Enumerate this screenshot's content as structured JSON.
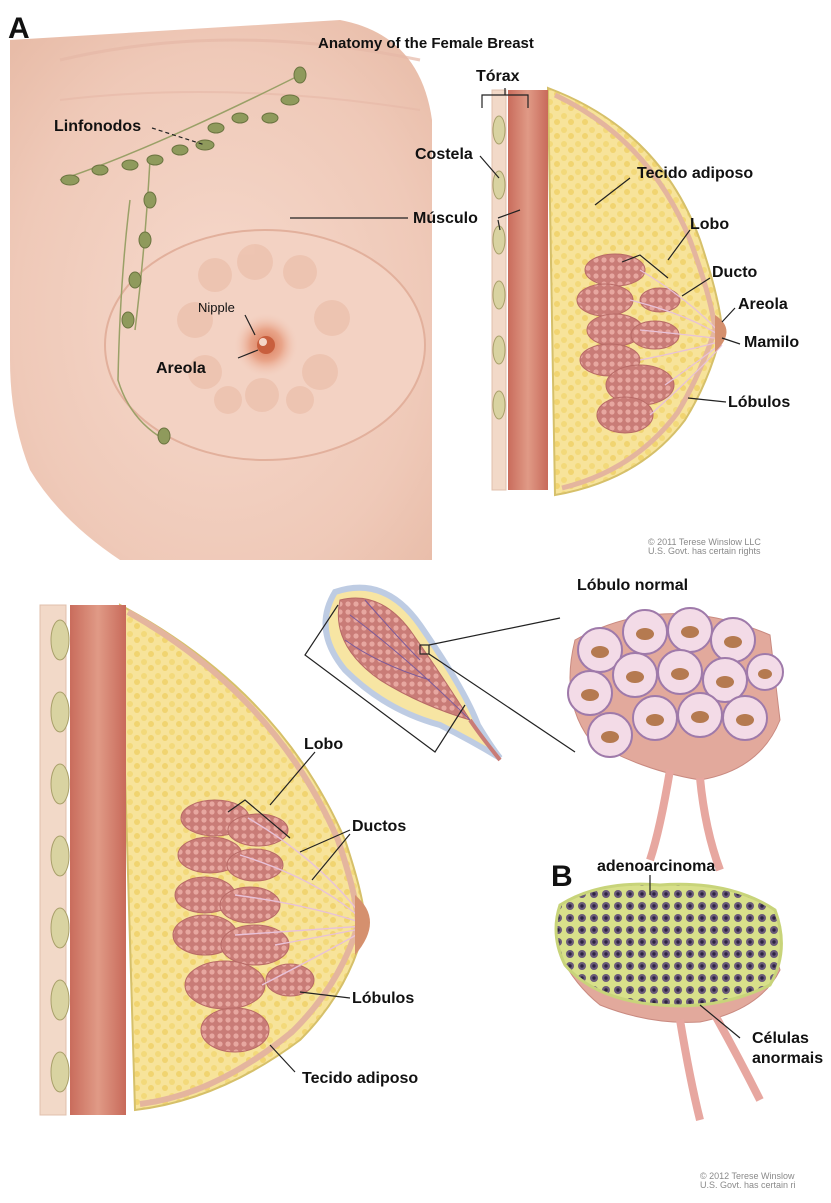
{
  "panel_letters": {
    "a": "A",
    "b": "B"
  },
  "title": "Anatomy of the Female Breast",
  "front_view": {
    "linfonodos": "Linfonodos",
    "nipple": "Nipple",
    "areola": "Areola"
  },
  "side_view_top": {
    "torax": "Tórax",
    "costela": "Costela",
    "musculo": "Músculo",
    "tecido_adiposo": "Tecido adiposo",
    "lobo": "Lobo",
    "ducto": "Ducto",
    "areola": "Areola",
    "mamilo": "Mamilo",
    "lobulos": "Lóbulos"
  },
  "credit_top": {
    "line1": "© 2011 Terese Winslow LLC",
    "line2": "U.S. Govt. has certain rights"
  },
  "side_view_bottom": {
    "lobo": "Lobo",
    "ductos": "Ductos",
    "lobulos": "Lóbulos",
    "tecido_adiposo": "Tecido adiposo"
  },
  "lobule_panel": {
    "lobulo_normal": "Lóbulo normal",
    "adenocarcinoma": "adenoarcinoma",
    "celulas_line1": "Células",
    "celulas_line2": "anormais"
  },
  "credit_bottom": {
    "line1": "© 2012 Terese Winslow",
    "line2": "U.S. Govt. has certain ri"
  }
}
